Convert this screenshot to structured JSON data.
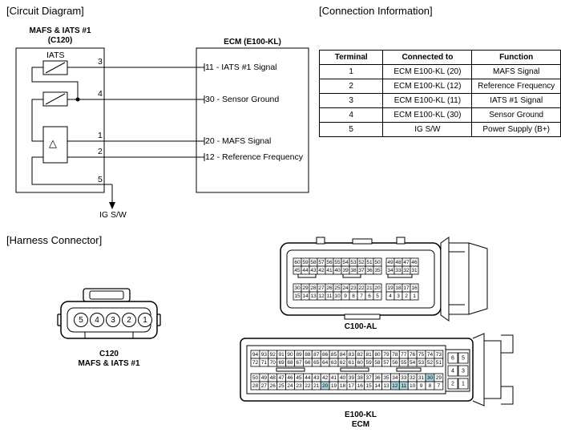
{
  "sections": {
    "circuit": "[Circuit Diagram]",
    "connection": "[Connection Information]",
    "harness": "[Harness Connector]"
  },
  "sensor": {
    "name": "MAFS & IATS #1",
    "code": "(C120)",
    "iats_label": "IATS",
    "delta": "△",
    "pins": [
      "3",
      "4",
      "1",
      "2",
      "5"
    ],
    "ig_label": "IG S/W"
  },
  "ecm": {
    "title": "ECM (E100-KL)",
    "signals": [
      {
        "pin": "11",
        "label": " - IATS #1 Signal"
      },
      {
        "pin": "30",
        "label": " - Sensor Ground"
      },
      {
        "pin": "20",
        "label": " - MAFS Signal"
      },
      {
        "pin": "12",
        "label": " - Reference Frequency"
      }
    ]
  },
  "table": {
    "headers": [
      "Terminal",
      "Connected to",
      "Function"
    ],
    "rows": [
      [
        "1",
        "ECM E100-KL (20)",
        "MAFS Signal"
      ],
      [
        "2",
        "ECM E100-KL (12)",
        "Reference Frequency"
      ],
      [
        "3",
        "ECM E100-KL (11)",
        "IATS #1 Signal"
      ],
      [
        "4",
        "ECM E100-KL (30)",
        "Sensor Ground"
      ],
      [
        "5",
        "IG S/W",
        "Power Supply (B+)"
      ]
    ]
  },
  "c120": {
    "pins": [
      "5",
      "4",
      "3",
      "2",
      "1"
    ],
    "caption1": "C120",
    "caption2": "MAFS & IATS #1"
  },
  "c100": {
    "caption": "C100-AL",
    "row1": [
      "60",
      "59",
      "58",
      "57",
      "56",
      "55",
      "54",
      "53",
      "52",
      "51",
      "50",
      "",
      "49",
      "48",
      "47",
      "46"
    ],
    "row2": [
      "45",
      "44",
      "43",
      "42",
      "41",
      "40",
      "39",
      "38",
      "37",
      "36",
      "35",
      "",
      "34",
      "33",
      "32",
      "31"
    ],
    "row3": [
      "30",
      "29",
      "28",
      "27",
      "26",
      "25",
      "24",
      "23",
      "22",
      "21",
      "20",
      "",
      "19",
      "18",
      "17",
      "16"
    ],
    "row4": [
      "15",
      "14",
      "13",
      "12",
      "11",
      "10",
      "9",
      "8",
      "7",
      "6",
      "5",
      "",
      "4",
      "3",
      "2",
      "1"
    ]
  },
  "e100": {
    "caption1": "E100-KL",
    "caption2": "ECM",
    "row1": [
      "94",
      "93",
      "92",
      "91",
      "90",
      "89",
      "88",
      "87",
      "86",
      "85",
      "84",
      "83",
      "82",
      "81",
      "80",
      "79",
      "78",
      "77",
      "76",
      "75",
      "74",
      "73"
    ],
    "row2": [
      "72",
      "71",
      "70",
      "69",
      "68",
      "67",
      "66",
      "65",
      "64",
      "63",
      "62",
      "61",
      "60",
      "59",
      "58",
      "57",
      "56",
      "55",
      "54",
      "53",
      "52",
      "51"
    ],
    "row3": [
      "50",
      "49",
      "48",
      "47",
      "46",
      "45",
      "44",
      "43",
      "42",
      "41",
      "40",
      "39",
      "38",
      "37",
      "36",
      "35",
      "34",
      "33",
      "32",
      "31",
      "30",
      "29"
    ],
    "row4": [
      "28",
      "27",
      "26",
      "25",
      "24",
      "23",
      "22",
      "21",
      "20",
      "19",
      "18",
      "17",
      "16",
      "15",
      "14",
      "13",
      "12",
      "11",
      "10",
      "9",
      "8",
      "7"
    ],
    "side": [
      "6",
      "5",
      "4",
      "3",
      "2",
      "1"
    ],
    "highlight": [
      "30",
      "20",
      "12",
      "11"
    ],
    "highlight_color": "#a8d4dc"
  }
}
